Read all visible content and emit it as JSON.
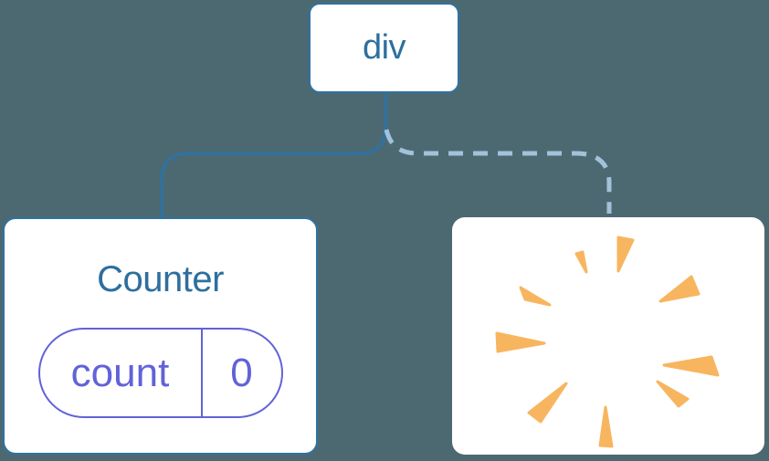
{
  "diagram": {
    "description": "component-tree-diagram",
    "background_color": "#4C6972",
    "nodes": {
      "root": {
        "label": "div"
      },
      "counter": {
        "title": "Counter",
        "state": {
          "name": "count",
          "value": "0"
        }
      },
      "removed": {
        "icon": "poof-icon"
      }
    },
    "edges": [
      {
        "from": "root",
        "to": "counter",
        "style": "solid"
      },
      {
        "from": "root",
        "to": "removed",
        "style": "dashed"
      }
    ],
    "colors": {
      "background_color": "#4C6972",
      "node_background": "#FFFFFF",
      "node_border_blue": "#2E72A2",
      "label_blue": "#2D6F9E",
      "state_purple": "#6262D8",
      "dashed_line_blue": "#A2C2D9",
      "poof_orange": "#F8B55F"
    }
  }
}
